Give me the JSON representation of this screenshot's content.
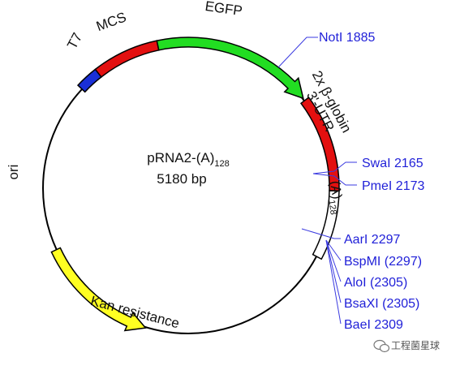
{
  "plasmid": {
    "name_main": "pRNA2-(A)",
    "name_sub": "128",
    "size": "5180 bp"
  },
  "features": {
    "t7": "T7",
    "mcs": "MCS",
    "egfp": "EGFP",
    "globin_line1": "2x β-globin",
    "globin_line2": "3'-UTR",
    "polya_main": "(A)",
    "polya_sub": "128",
    "ori": "ori",
    "kan": "Kan resistance"
  },
  "sites": {
    "notl": "NotI 1885",
    "swal": "SwaI 2165",
    "pmel": "PmeI 2173",
    "aarl": "AarI 2297",
    "bspmi": "BspMI (2297)",
    "alo": "AloI (2305)",
    "bsaxi": "BsaXI (2305)",
    "bael": "BaeI 2309"
  },
  "watermark": "工程菌星球",
  "colors": {
    "t7": "#1a2fd6",
    "mcs": "#e31010",
    "egfp": "#22dd22",
    "globin": "#e31010",
    "polya": "#ffffff",
    "kan": "#ffff22",
    "site_text": "#1f1fd8",
    "site_line": "#3a3ae0"
  }
}
